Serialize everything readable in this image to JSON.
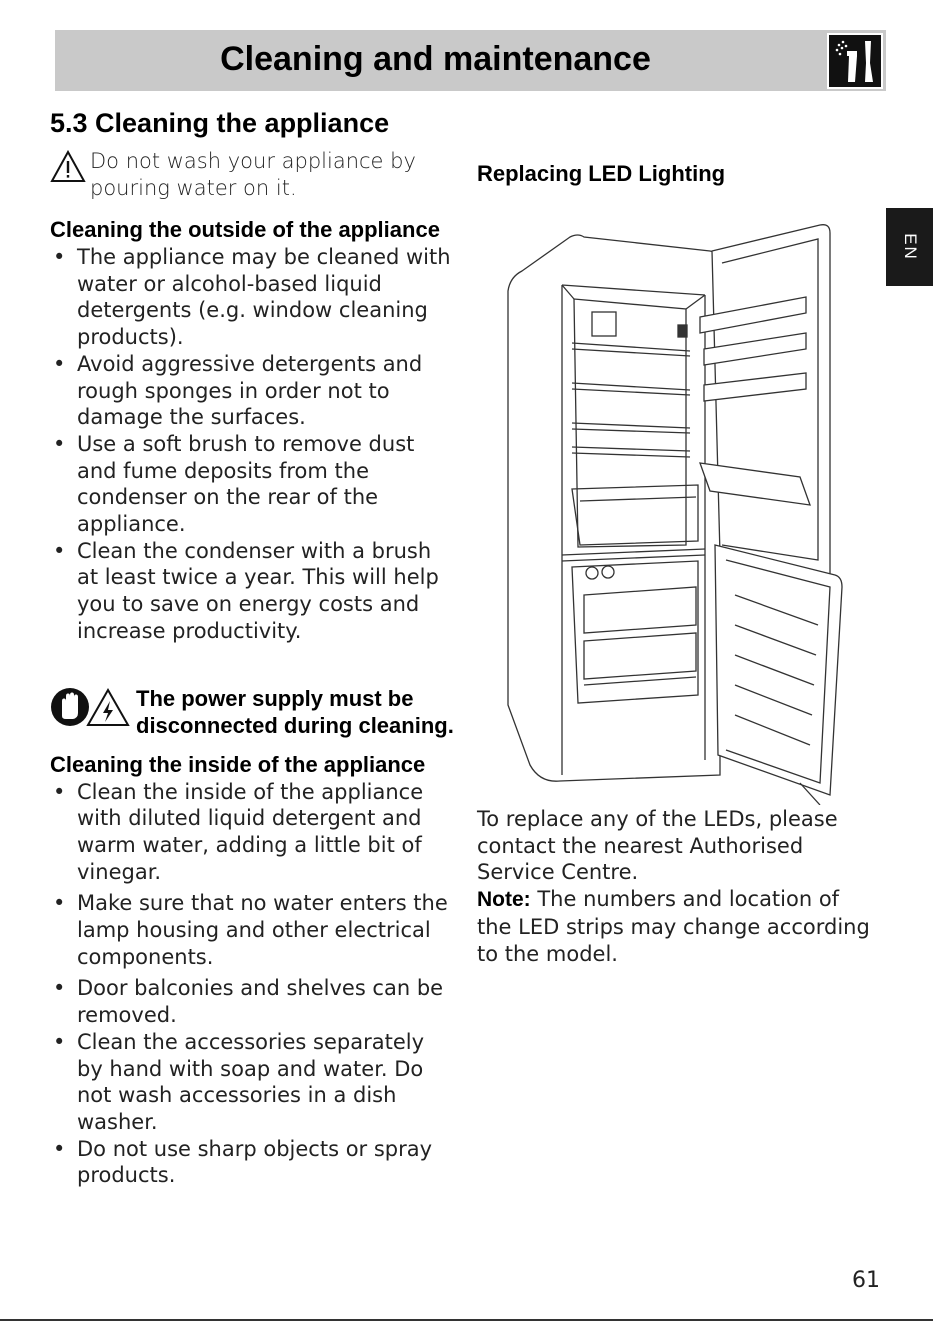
{
  "header": {
    "title": "Cleaning and maintenance",
    "icon": "cleaning-spray-icon"
  },
  "lang_tab": "EN",
  "left": {
    "section_title": "5.3 Cleaning the appliance",
    "warning": "Do not wash your appliance by pouring water on it.",
    "outside": {
      "title": "Cleaning the outside of the appliance",
      "items": [
        "The appliance may be cleaned with water or alcohol-based liquid detergents (e.g. window cleaning products).",
        "Avoid aggressive detergents and rough sponges in order not to damage the surfaces.",
        "Use a soft brush to remove dust and fume deposits from the condenser on the rear of the appliance.",
        "Clean the condenser with a brush at least twice a year. This will help you to save on energy costs and increase productivity."
      ]
    },
    "power_warning": "The power supply must be disconnected during cleaning.",
    "inside": {
      "title": "Cleaning the inside of the appliance",
      "items": [
        "Clean the inside of the appliance with diluted liquid detergent and warm water, adding a little bit of vinegar.",
        "Make sure that no water enters the lamp housing and other electrical components.",
        "Door balconies and shelves can be removed.",
        "Clean the accessories separately by hand with soap and water. Do not wash accessories in a dish washer.",
        "Do not use sharp objects or spray products."
      ]
    }
  },
  "right": {
    "title": "Replacing LED Lighting",
    "illustration": "open-fridge-freezer-illustration",
    "paragraph": "To replace any of the LEDs, please contact the nearest Authorised Service Centre.",
    "note_label": "Note:",
    "note_text": " The numbers and location of the LED strips may change according to the model."
  },
  "page_number": "61"
}
